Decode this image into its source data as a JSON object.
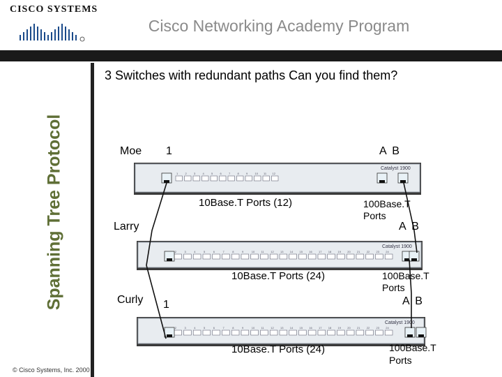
{
  "header": {
    "logo_text": "CISCO SYSTEMS",
    "title": "Cisco Networking Academy Program"
  },
  "sidebar": {
    "vertical_title": "Spanning Tree Protocol",
    "copyright": "© Cisco Systems, Inc. 2000"
  },
  "main": {
    "question": "3 Switches with redundant paths Can you find them?"
  },
  "switches": [
    {
      "name": "Moe",
      "port_number": "1",
      "uplink_ports": "A B",
      "model": "Catalyst 1900",
      "ports_10baset": "10Base.T Ports  (12)",
      "ports_100baset": [
        "100Base.T",
        "Ports"
      ],
      "port_count": 12
    },
    {
      "name": "Larry",
      "uplink_ports": "A B",
      "model": "Catalyst 1900",
      "ports_10baset": "10Base.T Ports (24)",
      "ports_100baset": [
        "100Base.T",
        "Ports"
      ],
      "port_count": 24
    },
    {
      "name": "Curly",
      "port_number": "1",
      "uplink_ports": "A B",
      "model": "Catalyst 1900",
      "ports_10baset": "10Base.T Ports (24)",
      "ports_100baset": [
        "100Base.T",
        "Ports"
      ],
      "port_count": 24
    }
  ],
  "colors": {
    "accent_green": "#5f6f36",
    "header_gray": "#8a8a8a",
    "switch_body": "#e8ecf0",
    "cable": "#111111"
  }
}
